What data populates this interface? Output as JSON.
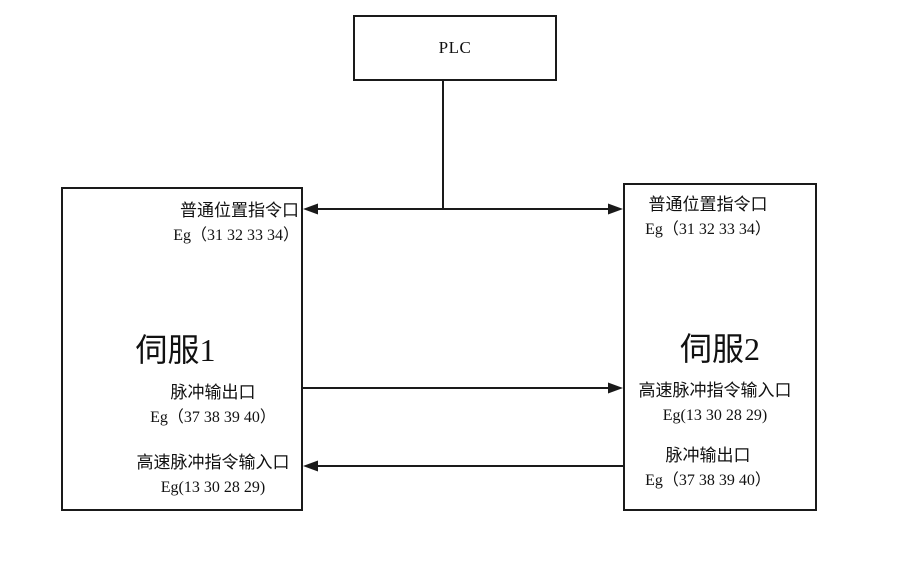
{
  "diagram": {
    "background_color": "#ffffff",
    "line_color": "#1a1a1a",
    "plc": {
      "label": "PLC"
    },
    "servo1": {
      "title": "伺服1",
      "ports": [
        {
          "line1": "普通位置指令口",
          "line2": "Eg（31 32 33 34）"
        },
        {
          "line1": "脉冲输出口",
          "line2": "Eg（37 38 39 40）"
        },
        {
          "line1": "高速脉冲指令输入口",
          "line2": "Eg(13 30 28 29)"
        }
      ]
    },
    "servo2": {
      "title": "伺服2",
      "ports": [
        {
          "line1": "普通位置指令口",
          "line2": "Eg（31 32 33 34）"
        },
        {
          "line1": "高速脉冲指令输入口",
          "line2": "Eg(13 30 28 29)"
        },
        {
          "line1": "脉冲输出口",
          "line2": "Eg（37 38 39 40）"
        }
      ]
    },
    "connectors": [
      {
        "name": "plc-stem",
        "type": "line"
      },
      {
        "name": "plc-bus-bidirectional",
        "type": "arrow-both-ends"
      },
      {
        "name": "servo1-pulse-out-to-servo2-input",
        "type": "arrow-right"
      },
      {
        "name": "servo2-pulse-out-to-servo1-input",
        "type": "arrow-left"
      }
    ]
  }
}
